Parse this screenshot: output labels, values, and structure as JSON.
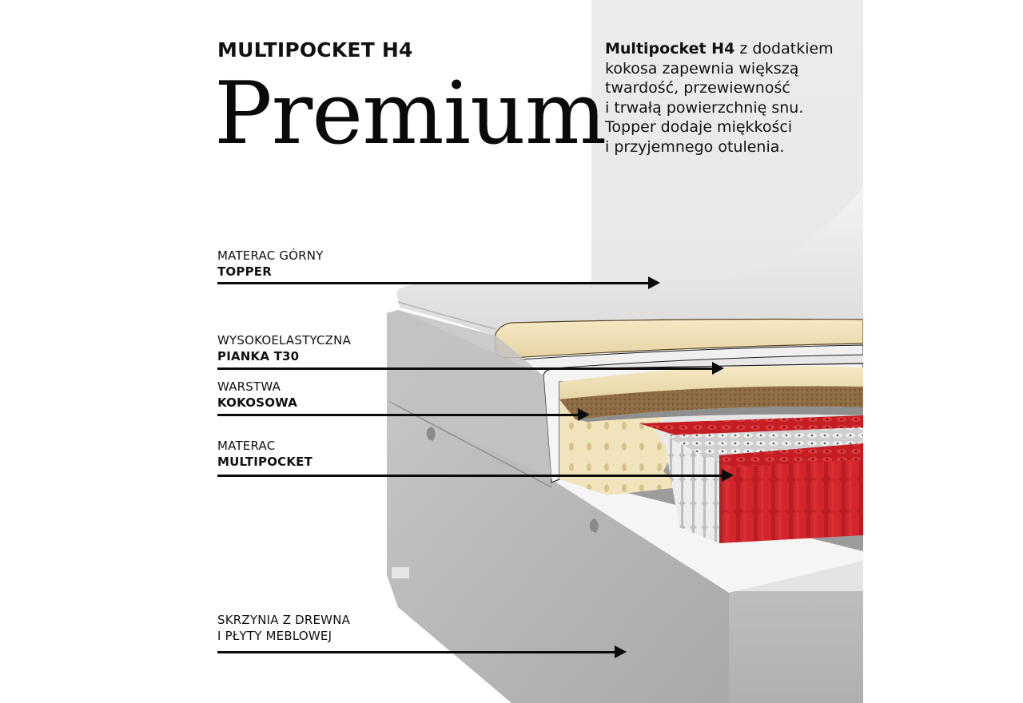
{
  "header": {
    "subtitle": "MULTIPOCKET H4",
    "title": "Premium"
  },
  "description": {
    "bold": "Multipocket H4",
    "lines": [
      " z dodatkiem",
      "kokosa zapewnia większą",
      "twardość, przewiewność",
      "i trwałą powierzchnię snu.",
      "Topper dodaje miękkości",
      "i przyjemnego otulenia."
    ]
  },
  "layers": [
    {
      "line1": "MATERAC GÓRNY",
      "line2": "TOPPER"
    },
    {
      "line1": "WYSOKOELASTYCZNA",
      "line2": "PIANKA T30"
    },
    {
      "line1": "WARSTWA",
      "line2": "KOKOSOWA"
    },
    {
      "line1": "MATERAC",
      "line2": "MULTIPOCKET"
    },
    {
      "line1": "SKRZYNIA Z DREWNA",
      "line2": "I PŁYTY MEBLOWEJ"
    }
  ],
  "colors": {
    "background": "#ffffff",
    "panel": "#e8e8e8",
    "fabric_grey": "#b9b9b9",
    "foam": "#efe2bb",
    "coconut": "#8a6a42",
    "pocket_red": "#c21f24",
    "pocket_white": "#e9e9e9",
    "text": "#111111"
  }
}
